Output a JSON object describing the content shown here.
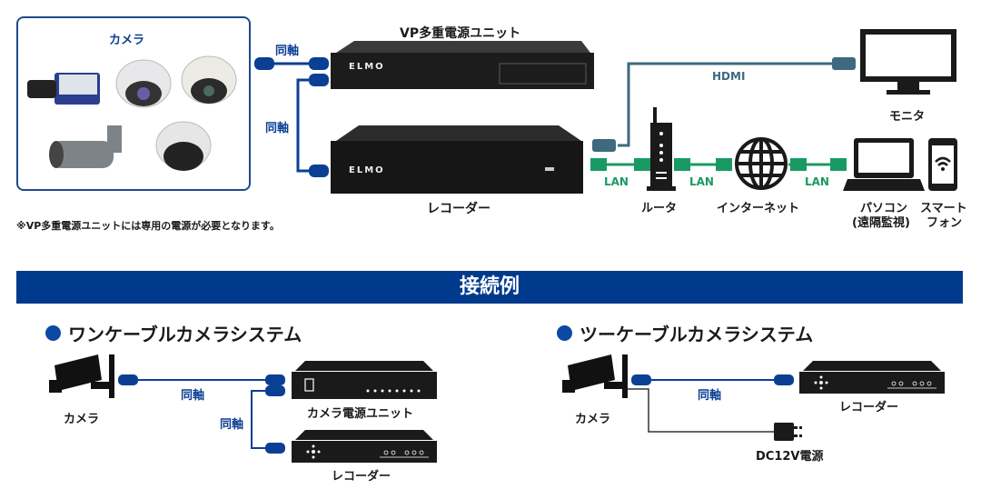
{
  "top_diagram": {
    "camera_box_title": "カメラ",
    "coax_label_1": "同軸",
    "coax_label_2": "同軸",
    "vp_unit_title": "VP多重電源ユニット",
    "vp_unit_brand": "ELMO",
    "recorder_brand": "ELMO",
    "recorder_label": "レコーダー",
    "hdmi_label": "HDMI",
    "monitor_label": "モニタ",
    "lan_label_1": "LAN",
    "lan_label_2": "LAN",
    "lan_label_3": "LAN",
    "router_label": "ルータ",
    "internet_label": "インターネット",
    "pc_label_line1": "パソコン",
    "pc_label_line2": "(遠隔監視)",
    "phone_label_line1": "スマート",
    "phone_label_line2": "フォン",
    "note": "※VP多重電源ユニットには専用の電源が必要となります。"
  },
  "banner": {
    "title": "接続例"
  },
  "one_cable": {
    "title": "ワンケーブルカメラシステム",
    "camera_label": "カメラ",
    "coax_label_1": "同軸",
    "coax_label_2": "同軸",
    "power_unit_label": "カメラ電源ユニット",
    "recorder_label": "レコーダー"
  },
  "two_cable": {
    "title": "ツーケーブルカメラシステム",
    "camera_label": "カメラ",
    "coax_label": "同軸",
    "recorder_label": "レコーダー",
    "power_label": "DC12V電源"
  },
  "colors": {
    "coax": "#0b3f94",
    "hdmi": "#3d6a7e",
    "lan": "#1a9a63",
    "banner": "#003a8c"
  }
}
